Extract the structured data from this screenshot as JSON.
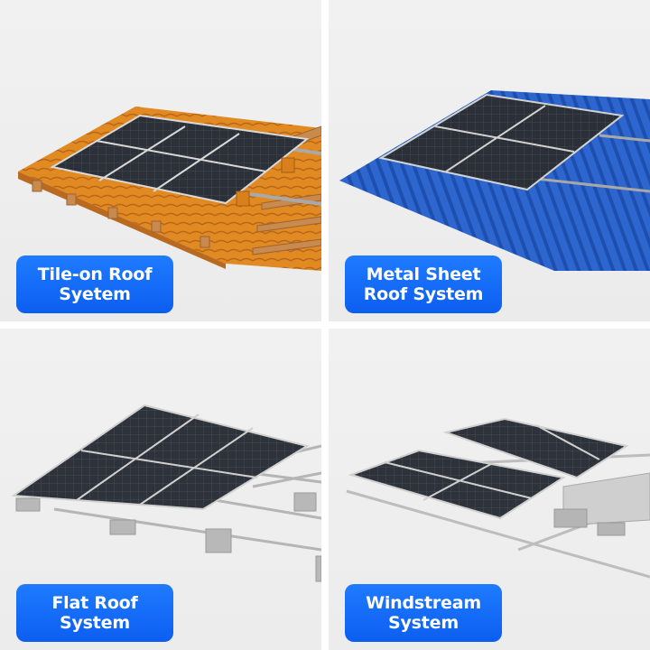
{
  "tiles": [
    {
      "line1": "Tile-on Roof",
      "line2": "Syetem",
      "roof_color": "#e0891f"
    },
    {
      "line1": "Metal Sheet",
      "line2": "Roof System",
      "roof_color": "#2a62c9"
    },
    {
      "line1": "Flat Roof",
      "line2": "System",
      "roof_color": "#cfcfcf"
    },
    {
      "line1": "Windstream",
      "line2": "System",
      "roof_color": "#c9c9c9"
    }
  ],
  "colors": {
    "label_blue": "#1677ff",
    "panel_dark": "#2b2f36"
  }
}
